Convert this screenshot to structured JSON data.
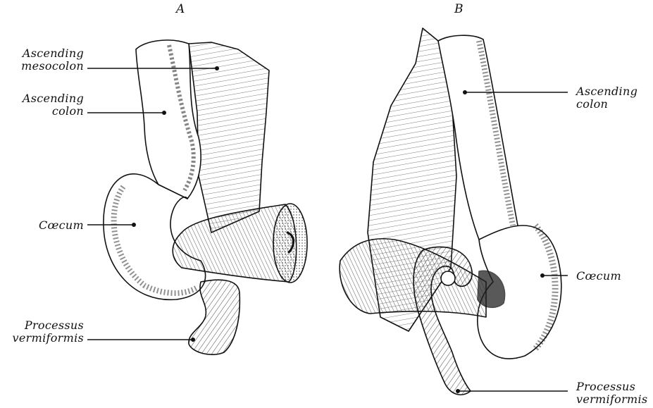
{
  "panels": {
    "a": "A",
    "b": "B"
  },
  "labels_a": {
    "ascending_mesocolon": "Ascending\nmesocolon",
    "ascending_colon": "Ascending\ncolon",
    "caecum": "Cœcum",
    "processus": "Processus\nvermiformis"
  },
  "labels_b": {
    "ascending_colon": "Ascending\ncolon",
    "caecum": "Cœcum",
    "processus": "Processus\nvermiformis"
  }
}
